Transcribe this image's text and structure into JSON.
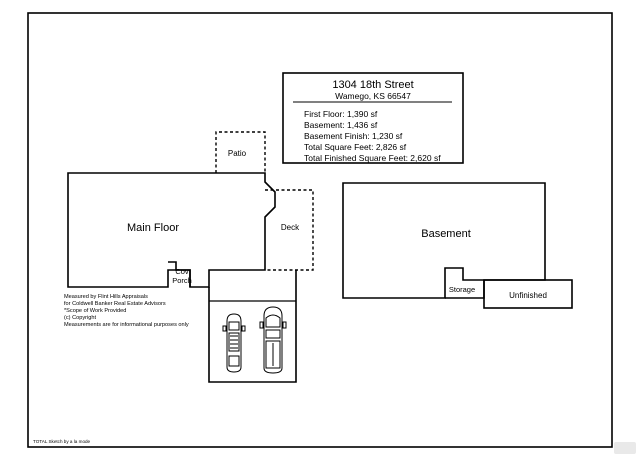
{
  "info_box": {
    "address_line1": "1304 18th Street",
    "address_line2": "Wamego, KS 66547",
    "rows": [
      "First Floor: 1,390 sf",
      "Basement: 1,436 sf",
      "Basement Finish: 1,230 sf",
      "Total Square Feet: 2,826 sf",
      "Total Finished Square Feet: 2,620 sf"
    ]
  },
  "rooms": {
    "main_floor": "Main Floor",
    "patio": "Patio",
    "deck": "Deck",
    "cov_porch_line1": "Cov",
    "cov_porch_line2": "Porch",
    "basement": "Basement",
    "storage": "Storage",
    "unfinished": "Unfinished"
  },
  "notes": [
    "Measured by Flint Hills Appraisals",
    "for Coldwell Banker Real Estate Advisors",
    "*Scope of Work Provided",
    "(c) Copyright",
    "Measurements are for informational purposes only"
  ],
  "footer": {
    "sketch_credit": "TOTAL Sketch by a la mode"
  },
  "icons": [
    "car-top-view-icon",
    "truck-top-view-icon"
  ]
}
